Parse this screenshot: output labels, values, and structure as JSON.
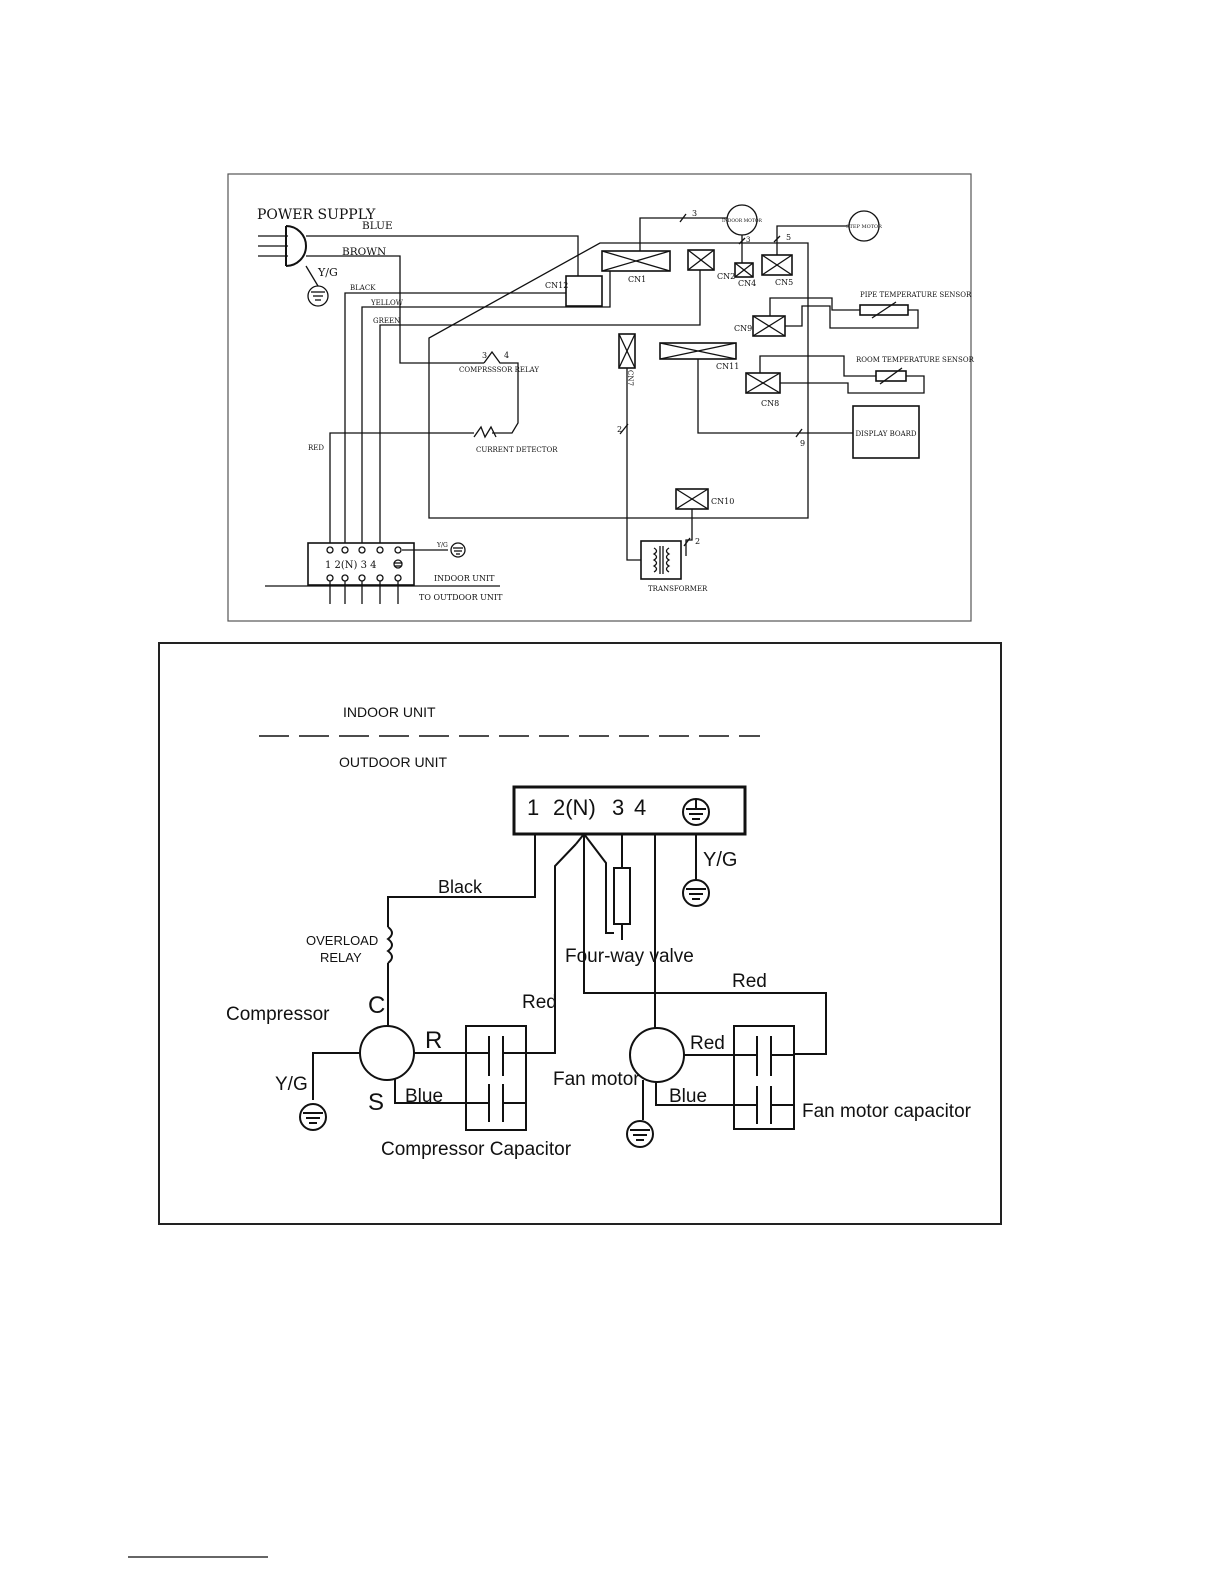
{
  "indoor_diagram": {
    "power_supply": "POWER SUPPLY",
    "wire_blue": "BLUE",
    "wire_brown": "BROWN",
    "wire_yg": "Y/G",
    "wire_black": "BLACK",
    "wire_yellow": "YELLOW",
    "wire_green": "GREEN",
    "wire_red": "RED",
    "indoor_motor": "INDOOR MOTOR",
    "step_motor": "STEP MOTOR",
    "pipe_sensor": "PIPE TEMPERATURE SENSOR",
    "room_sensor": "ROOM TEMPERATURE SENSOR",
    "display_board": "DISPLAY BOARD",
    "compressor_relay": "COMPRSSSOR RELAY",
    "current_detector": "CURRENT DETECTOR",
    "transformer": "TRANSFORMER",
    "indoor_unit": "INDOOR UNIT",
    "to_outdoor_unit": "TO OUTDOOR UNIT",
    "terminal_labels": "1  2(N)  3   4",
    "terminal_yg": "Y/G",
    "connectors": {
      "cn12": "CN12",
      "cn1": "CN1",
      "cn2": "CN2",
      "cn4": "CN4",
      "cn5": "CN5",
      "cn9": "CN9",
      "cn11": "CN11",
      "cn7": "CN7",
      "cn8": "CN8",
      "cn10": "CN10"
    },
    "wire_counts": {
      "n3_top": "3",
      "n3_motor": "3",
      "n5": "5",
      "relay_3": "3",
      "relay_4": "4",
      "n2_cn7": "2",
      "n9": "9",
      "n2_tr": "2"
    }
  },
  "outdoor_diagram": {
    "indoor_unit": "INDOOR UNIT",
    "outdoor_unit": "OUTDOOR UNIT",
    "terminal": {
      "t1": "1",
      "t2": "2(N)",
      "t3": "3",
      "t4": "4"
    },
    "yg_top": "Y/G",
    "black": "Black",
    "overload_relay_1": "OVERLOAD",
    "overload_relay_2": "RELAY",
    "four_way_valve": "Four-way valve",
    "red_top": "Red",
    "red_comp": "Red",
    "compressor": "Compressor",
    "c": "C",
    "r": "R",
    "s": "S",
    "yg_comp": "Y/G",
    "blue_comp": "Blue",
    "compressor_capacitor": "Compressor Capacitor",
    "fan_motor": "Fan motor",
    "red_fan": "Red",
    "blue_fan": "Blue",
    "fan_motor_capacitor": "Fan motor capacitor"
  }
}
